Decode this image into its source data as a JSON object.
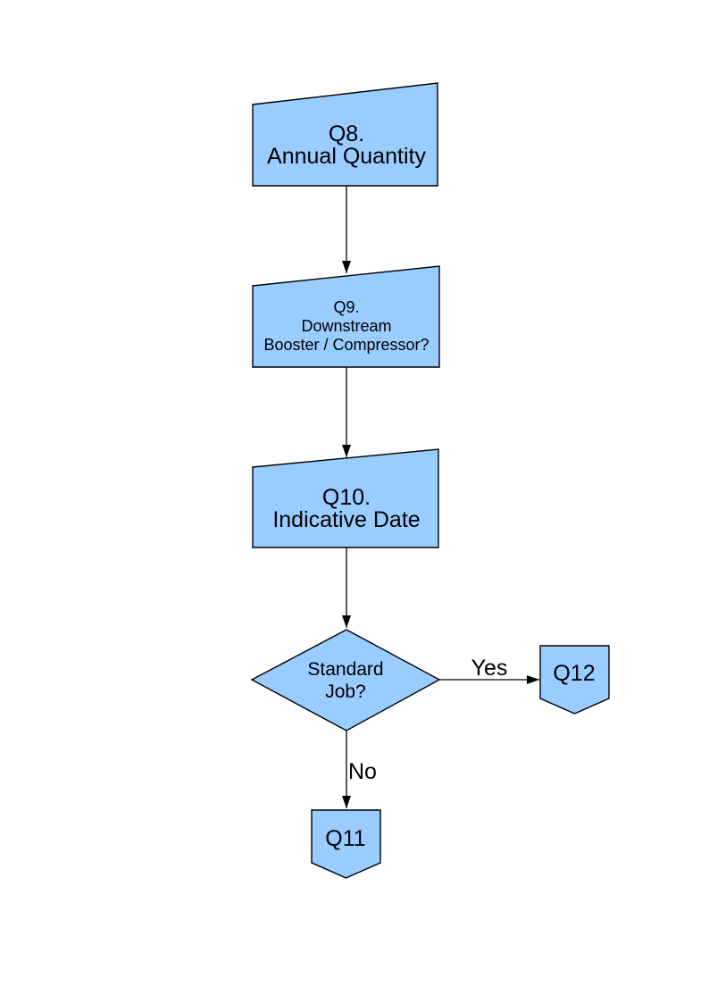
{
  "page": {
    "background": "#ffffff"
  },
  "style": {
    "shape_fill": "#99ccff",
    "shape_stroke": "#000000",
    "line_color": "#000000",
    "text_color": "#000000"
  },
  "flowchart": {
    "nodes": [
      {
        "id": "q8",
        "type": "manual-input-box",
        "lines": [
          "Q8.",
          "Annual Quantity"
        ]
      },
      {
        "id": "q9",
        "type": "manual-input-box",
        "lines": [
          "Q9.",
          "Downstream",
          "Booster / Compressor?"
        ]
      },
      {
        "id": "q10",
        "type": "manual-input-box",
        "lines": [
          "Q10.",
          "Indicative Date"
        ]
      },
      {
        "id": "standard-job",
        "type": "decision-diamond",
        "lines": [
          "Standard",
          "Job?"
        ]
      },
      {
        "id": "q12",
        "type": "offpage-connector",
        "lines": [
          "Q12"
        ]
      },
      {
        "id": "q11",
        "type": "offpage-connector",
        "lines": [
          "Q11"
        ]
      }
    ],
    "edges": [
      {
        "from": "q8",
        "to": "q9",
        "label": ""
      },
      {
        "from": "q9",
        "to": "q10",
        "label": ""
      },
      {
        "from": "q10",
        "to": "standard-job",
        "label": ""
      },
      {
        "from": "standard-job",
        "to": "q12",
        "label": "Yes"
      },
      {
        "from": "standard-job",
        "to": "q11",
        "label": "No"
      }
    ]
  }
}
